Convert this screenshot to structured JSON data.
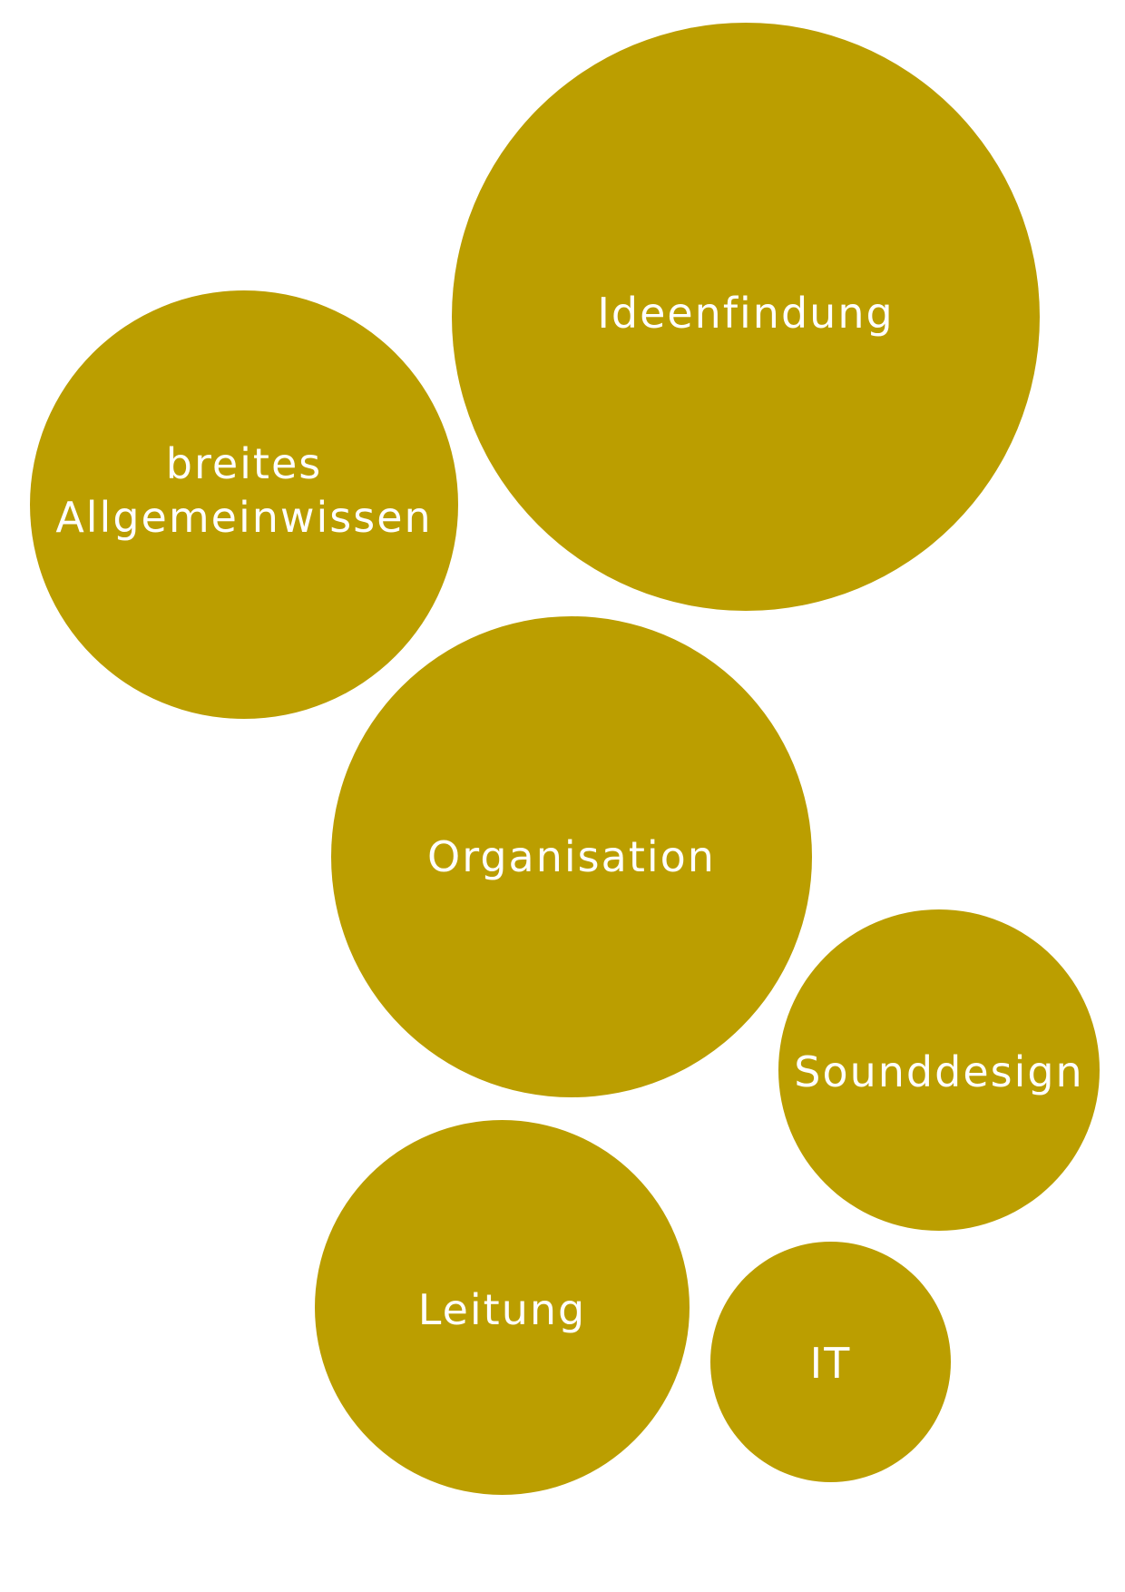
{
  "colors": {
    "bubble_fill": "#bb9e00",
    "label_text": "#ffffff",
    "background": "#ffffff"
  },
  "bubbles": [
    {
      "label": "Ideenfindung"
    },
    {
      "label": "breites\nAllgemeinwissen"
    },
    {
      "label": "Organisation"
    },
    {
      "label": "Sounddesign"
    },
    {
      "label": "Leitung"
    },
    {
      "label": "IT"
    }
  ]
}
